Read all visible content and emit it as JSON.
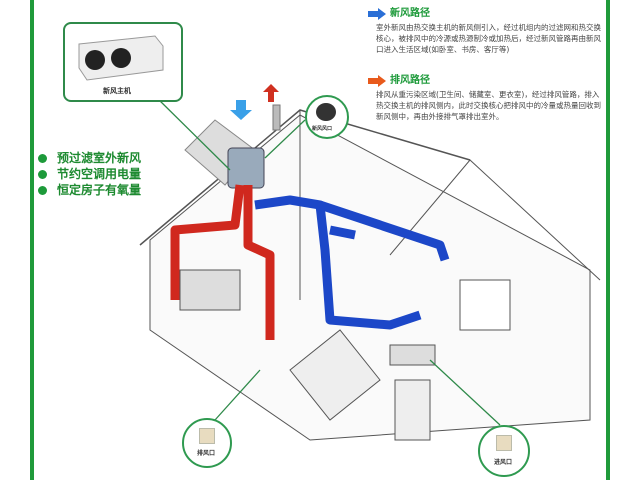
{
  "unit": {
    "caption": "新风主机"
  },
  "fresh_path": {
    "title": "新风路径",
    "text": "室外新风由热交换主机的新风侧引入，经过机组内的过滤网和热交换核心，被排风中的冷源或热源制冷或加热后，经过新风管路再由新风口进入生活区域(如卧室、书房、客厅等)",
    "color": "#2a6fd6"
  },
  "exhaust_path": {
    "title": "排风路径",
    "text": "排风从重污染区域(卫生间、储藏室、更衣室)，经过排风管路，排入热交换主机的排风侧内，此时交换核心把排风中的冷量或热量回收到新风侧中，再由外接排气罩排出室外。",
    "color": "#e85a1c"
  },
  "benefits": [
    "预过滤室外新风",
    "节约空调用电量",
    "恒定房子有氧量"
  ],
  "callouts": {
    "roof_vent": "新风风口",
    "exhaust_vent": "排风口",
    "supply_vent": "进风口"
  }
}
